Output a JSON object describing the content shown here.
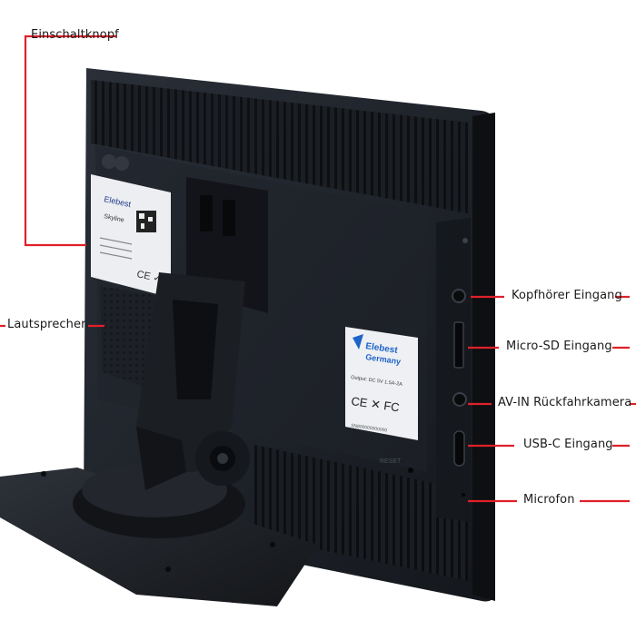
{
  "labels": {
    "power_button": "Einschaltknopf",
    "speaker": "Lautsprecher",
    "headphone": "Kopfhörer Eingang",
    "micro_sd": "Micro-SD Eingang",
    "av_in": "AV-IN Rückfahrkamera",
    "usb_c": "USB-C Eingang",
    "microphone": "Microfon"
  },
  "sticker_left": {
    "brand": "Elebest",
    "line2": "Skyline"
  },
  "sticker_right": {
    "brand": "Elebest",
    "brand2": "Germany",
    "output": "Output: DC 5V 1.5A-2A",
    "serial": "SN800000000000"
  },
  "reset_label": "RESET",
  "accent_color": "#e0202a",
  "device_color": "#1d2128"
}
